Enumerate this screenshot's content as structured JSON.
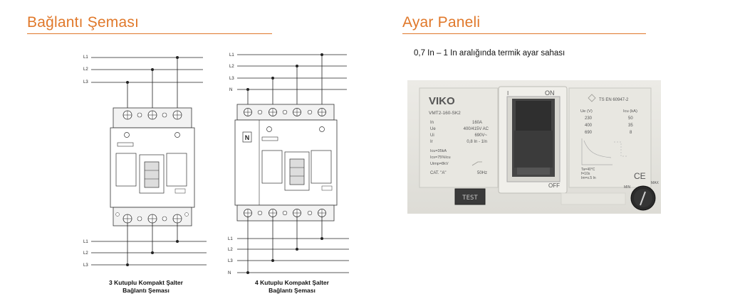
{
  "left_section": {
    "title": "Bağlantı Şeması",
    "three_pole": {
      "line_labels_top": [
        "L1",
        "L2",
        "L3"
      ],
      "line_labels_bottom": [
        "L1",
        "L2",
        "L3"
      ],
      "caption_line1": "3 Kutuplu Kompakt Şalter",
      "caption_line2": "Bağlantı Şeması"
    },
    "four_pole": {
      "line_labels_top": [
        "L1",
        "L2",
        "L3",
        "N"
      ],
      "line_labels_bottom": [
        "L1",
        "L2",
        "L3",
        "N"
      ],
      "neutral_mark": "N",
      "caption_line1": "4 Kutuplu Kompakt Şalter",
      "caption_line2": "Bağlantı Şeması"
    }
  },
  "right_section": {
    "title": "Ayar Paneli",
    "range_text": "0,7 In – 1 In aralığında termik ayar sahası",
    "panel": {
      "brand": "VIKO",
      "model": "VMT2-160-SK2",
      "specs": [
        [
          "In",
          "160A"
        ],
        [
          "Ue",
          "400/415V AC"
        ],
        [
          "Ui",
          "690V~"
        ],
        [
          "Ir",
          "0,8 In - 1In"
        ]
      ],
      "specs2": [
        "Icu=35kA",
        "Ics=75%Icu",
        "Uimp=8kV"
      ],
      "cat_label": "CAT. \"A\"",
      "freq": "50Hz",
      "on_label": "ON",
      "off_label": "OFF",
      "on_short": "I",
      "test_label": "TEST",
      "standard": "TS EN 60947-2",
      "table_head": [
        "Ue (V)",
        "Icu (kA)"
      ],
      "table_rows": [
        [
          "230",
          "50"
        ],
        [
          "400",
          "35"
        ],
        [
          "690",
          "8"
        ]
      ],
      "temps": [
        "Ta=40°C",
        "f=10s",
        "Im=x.5 In"
      ],
      "ce_mark": "CE",
      "knob_min": "MIN",
      "knob_max": "MAX"
    }
  }
}
